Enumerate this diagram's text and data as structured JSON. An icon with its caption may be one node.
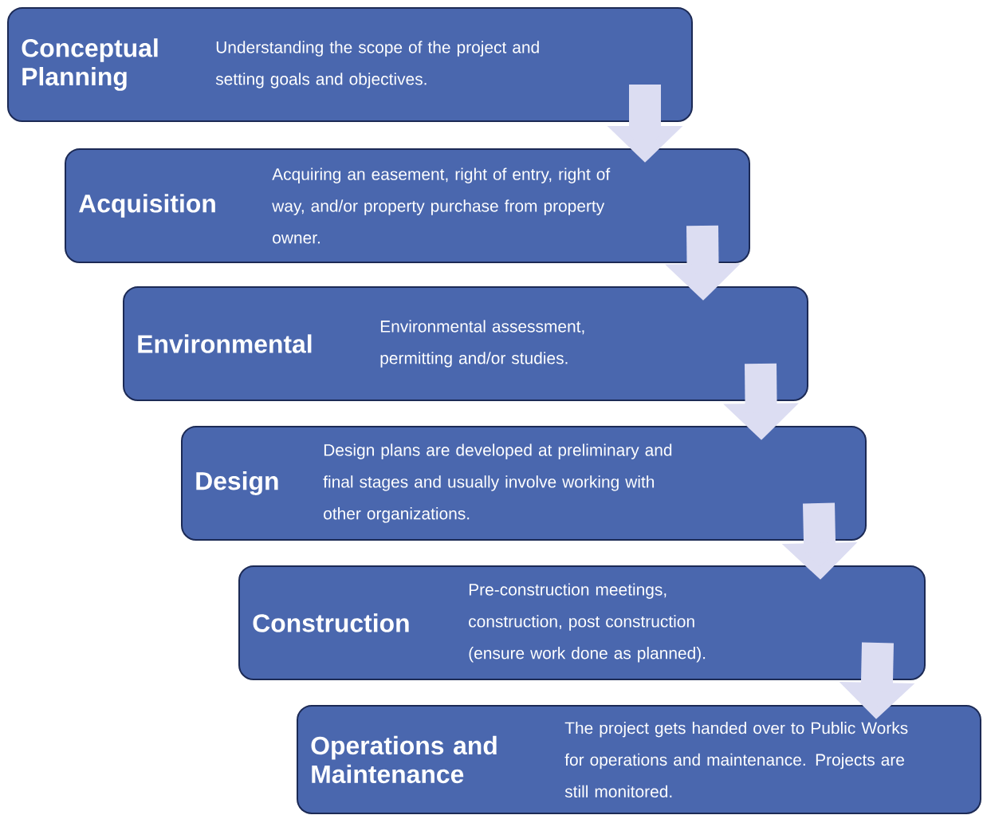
{
  "diagram": {
    "nodes": [
      {
        "text": [
          "Conceptual Planning",
          "Understanding the scope of the project and setting goals and objectives."
        ]
      },
      {
        "text": [
          "Acquisition",
          "Acquiring an easement, right of entry, right of way, and/or property purchase from property owner."
        ]
      },
      {
        "text": [
          "Environmental",
          "Environmental assessment, permitting and/or studies."
        ]
      },
      {
        "text": [
          "Design",
          "Design plans are developed at preliminary and final stages and usually involve working with other organizations."
        ]
      },
      {
        "text": [
          "Construction",
          "Pre-construction meetings, construction, post construction (ensure work done as planned)."
        ]
      },
      {
        "text": [
          "Operations and Maintenance",
          "The project gets handed over to Public Works for operations and maintenance. Projects are still monitored."
        ]
      }
    ],
    "edges": [
      {
        "from": 0,
        "to": 1,
        "arrow": "to"
      },
      {
        "from": 1,
        "to": 2,
        "arrow": "to"
      },
      {
        "from": 2,
        "to": 3,
        "arrow": "to"
      },
      {
        "from": 3,
        "to": 4,
        "arrow": "to"
      },
      {
        "from": 4,
        "to": 5,
        "arrow": "to"
      }
    ]
  }
}
